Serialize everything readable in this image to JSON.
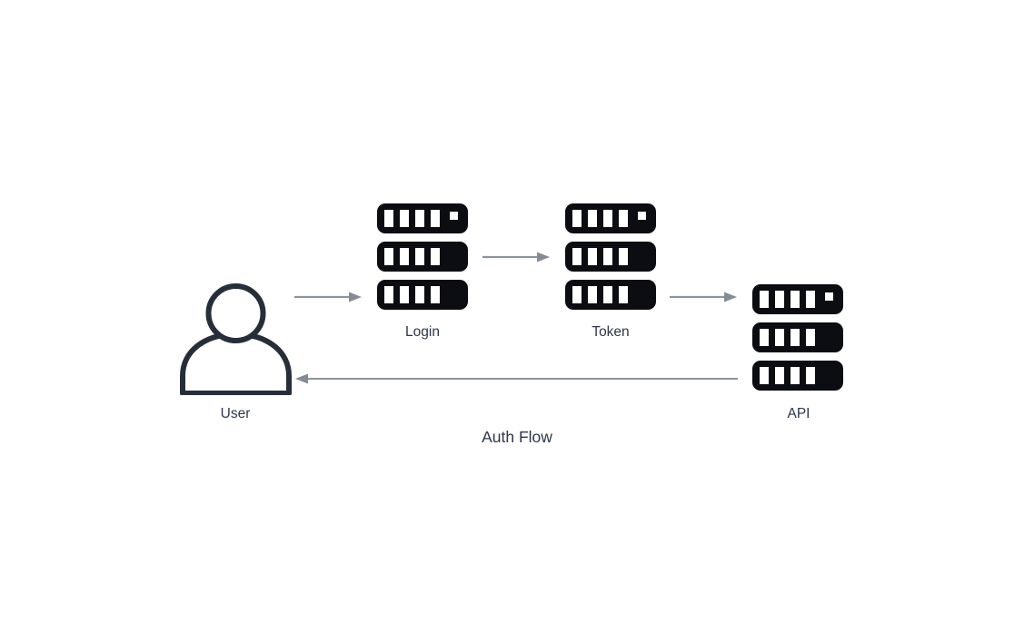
{
  "diagram": {
    "title": "Auth Flow",
    "nodes": [
      {
        "id": "user",
        "label": "User",
        "icon": "user-icon"
      },
      {
        "id": "login",
        "label": "Login",
        "icon": "server-stack-icon"
      },
      {
        "id": "token",
        "label": "Token",
        "icon": "server-stack-icon"
      },
      {
        "id": "api",
        "label": "API",
        "icon": "server-stack-icon"
      }
    ],
    "edges": [
      {
        "from": "User",
        "to": "Login",
        "direction": "right"
      },
      {
        "from": "Login",
        "to": "Token",
        "direction": "right"
      },
      {
        "from": "Token",
        "to": "API",
        "direction": "right"
      },
      {
        "from": "API",
        "to": "User",
        "direction": "left"
      }
    ],
    "colors": {
      "background": "#ffffff",
      "server_fill": "#0b0d12",
      "user_outline": "#262e3a",
      "arrow": "#8c939c",
      "label": "#2d3748"
    }
  }
}
